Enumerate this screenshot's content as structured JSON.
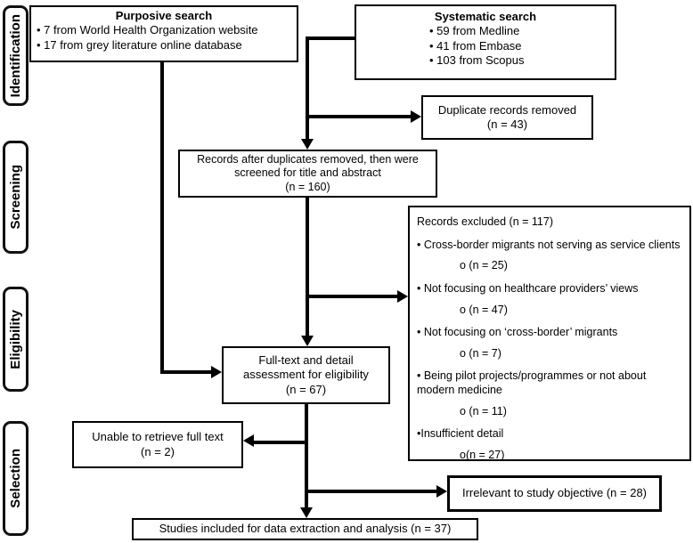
{
  "figure": {
    "background": "#ffffff",
    "line_color": "#000000"
  },
  "stages": {
    "identification": "Identification",
    "screening": "Screening",
    "eligibility": "Eligibility",
    "selection": "Selection"
  },
  "boxes": {
    "purposive": {
      "title": "Purposive search",
      "items": [
        "• 7 from World Health Organization website",
        "• 17 from grey literature online database"
      ]
    },
    "systematic": {
      "title": "Systematic search",
      "items": [
        "• 59 from Medline",
        "• 41 from Embase",
        "• 103 from Scopus"
      ]
    },
    "duplicates": {
      "lines": [
        "Duplicate records removed",
        "(n = 43)"
      ]
    },
    "screened": {
      "lines": [
        "Records after duplicates removed, then were",
        "screened for title and abstract",
        "(n = 160)"
      ]
    },
    "excluded": {
      "title": "Records excluded (n = 117)",
      "reasons": [
        {
          "text": "• Cross-border migrants not serving as service clients",
          "sub": "o (n = 25)"
        },
        {
          "text": "• Not focusing on healthcare providers’ views",
          "sub": "o (n = 47)"
        },
        {
          "text": "• Not focusing on ‘cross-border’ migrants",
          "sub": "o (n = 7)"
        },
        {
          "text": "• Being pilot projects/programmes or not about modern medicine",
          "sub": "o (n = 11)"
        },
        {
          "text": "•Insufficient detail",
          "sub": "o(n = 27)"
        }
      ]
    },
    "fulltext": {
      "lines": [
        "Full-text and detail",
        "assessment for eligibility",
        "(n = 67)"
      ]
    },
    "unable": {
      "lines": [
        "Unable to retrieve full text",
        "(n = 2)"
      ]
    },
    "irrelevant": {
      "text": "Irrelevant to study objective (n = 28)"
    },
    "included": {
      "text": "Studies included for data extraction and analysis (n = 37)"
    }
  }
}
